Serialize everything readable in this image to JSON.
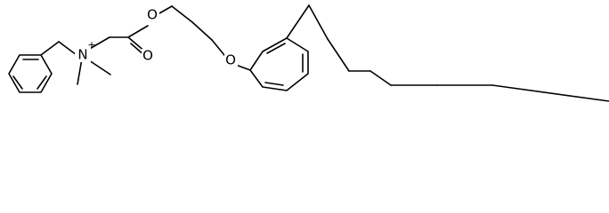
{
  "molecule": {
    "atoms": {
      "nitrogen": "N",
      "charge": "+",
      "carbonyl_oxygen": "O",
      "ester_oxygen": "O",
      "ether_oxygen": "O"
    }
  }
}
